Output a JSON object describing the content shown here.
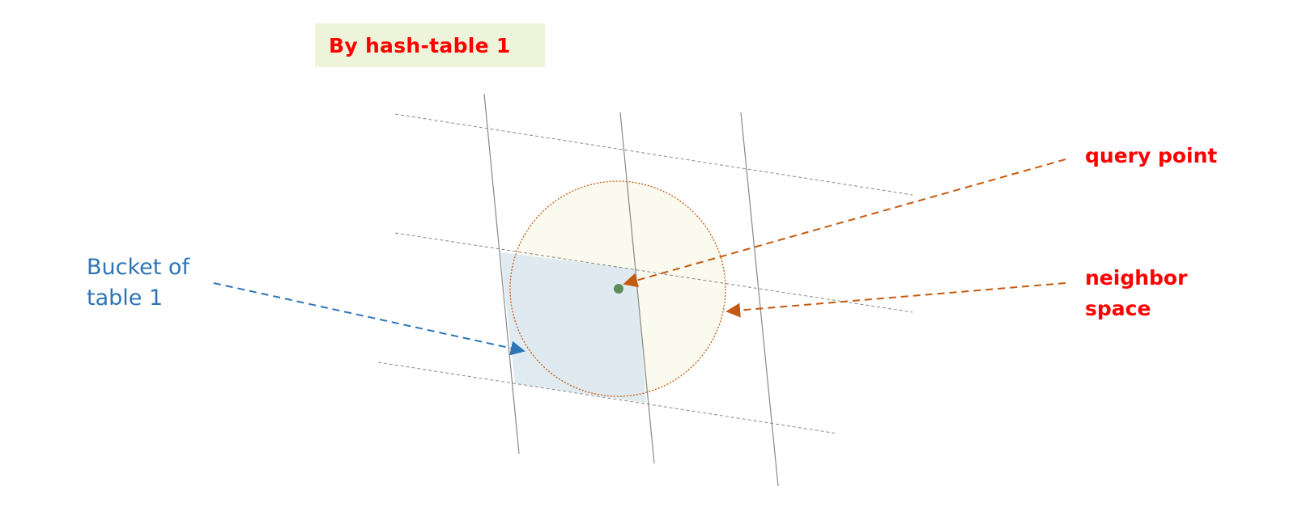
{
  "title": "By hash-table 1",
  "labels": {
    "query_point": "query point",
    "neighbor_space_line1": "neighbor",
    "neighbor_space_line2": "space",
    "bucket_line1": "Bucket of",
    "bucket_line2": "table 1"
  },
  "colors": {
    "title_text": "#ff0000",
    "title_bg": "#eef4da",
    "bucket_label": "#2e75b6",
    "bucket_fill": "#dce8f0",
    "neighbor_fill": "#fafaee",
    "circle_stroke": "#c55a11",
    "query_point": "#5b8c5a",
    "grid_line": "#888888"
  }
}
